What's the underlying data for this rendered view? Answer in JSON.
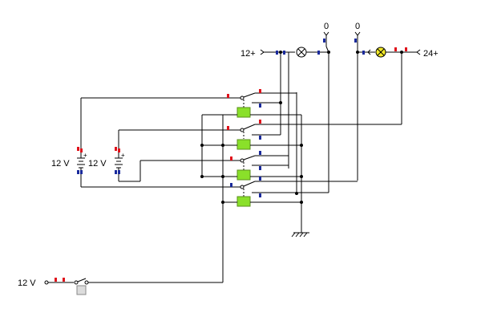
{
  "labels": {
    "supply_12_plus": "12+",
    "supply_24_plus": "24+",
    "ground_1": "0",
    "ground_2": "0",
    "battery_1": "12 V",
    "battery_2": "12 V",
    "input_12v": "12 V"
  },
  "battery_polarity": {
    "plus_1": "+",
    "minus_1": "-",
    "plus_2": "+",
    "minus_2": "-"
  },
  "colors": {
    "wire": "#000000",
    "pin_positive": "#e0121b",
    "pin_negative": "#1a2a9c",
    "relay_coil": "#8ae02a",
    "lamp_lit": "#f3ea28",
    "lamp_unlit": "#ffffff"
  },
  "lamps": [
    {
      "id": "lamp-12v",
      "state": "off"
    },
    {
      "id": "lamp-24v",
      "state": "on"
    }
  ],
  "relays": [
    {
      "id": "relay-1",
      "icon": "relay-coil-icon"
    },
    {
      "id": "relay-2",
      "icon": "relay-coil-icon"
    },
    {
      "id": "relay-3",
      "icon": "relay-coil-icon"
    },
    {
      "id": "relay-4",
      "icon": "relay-coil-icon"
    }
  ],
  "push_button": {
    "icon": "push-button-icon",
    "state": "released"
  }
}
